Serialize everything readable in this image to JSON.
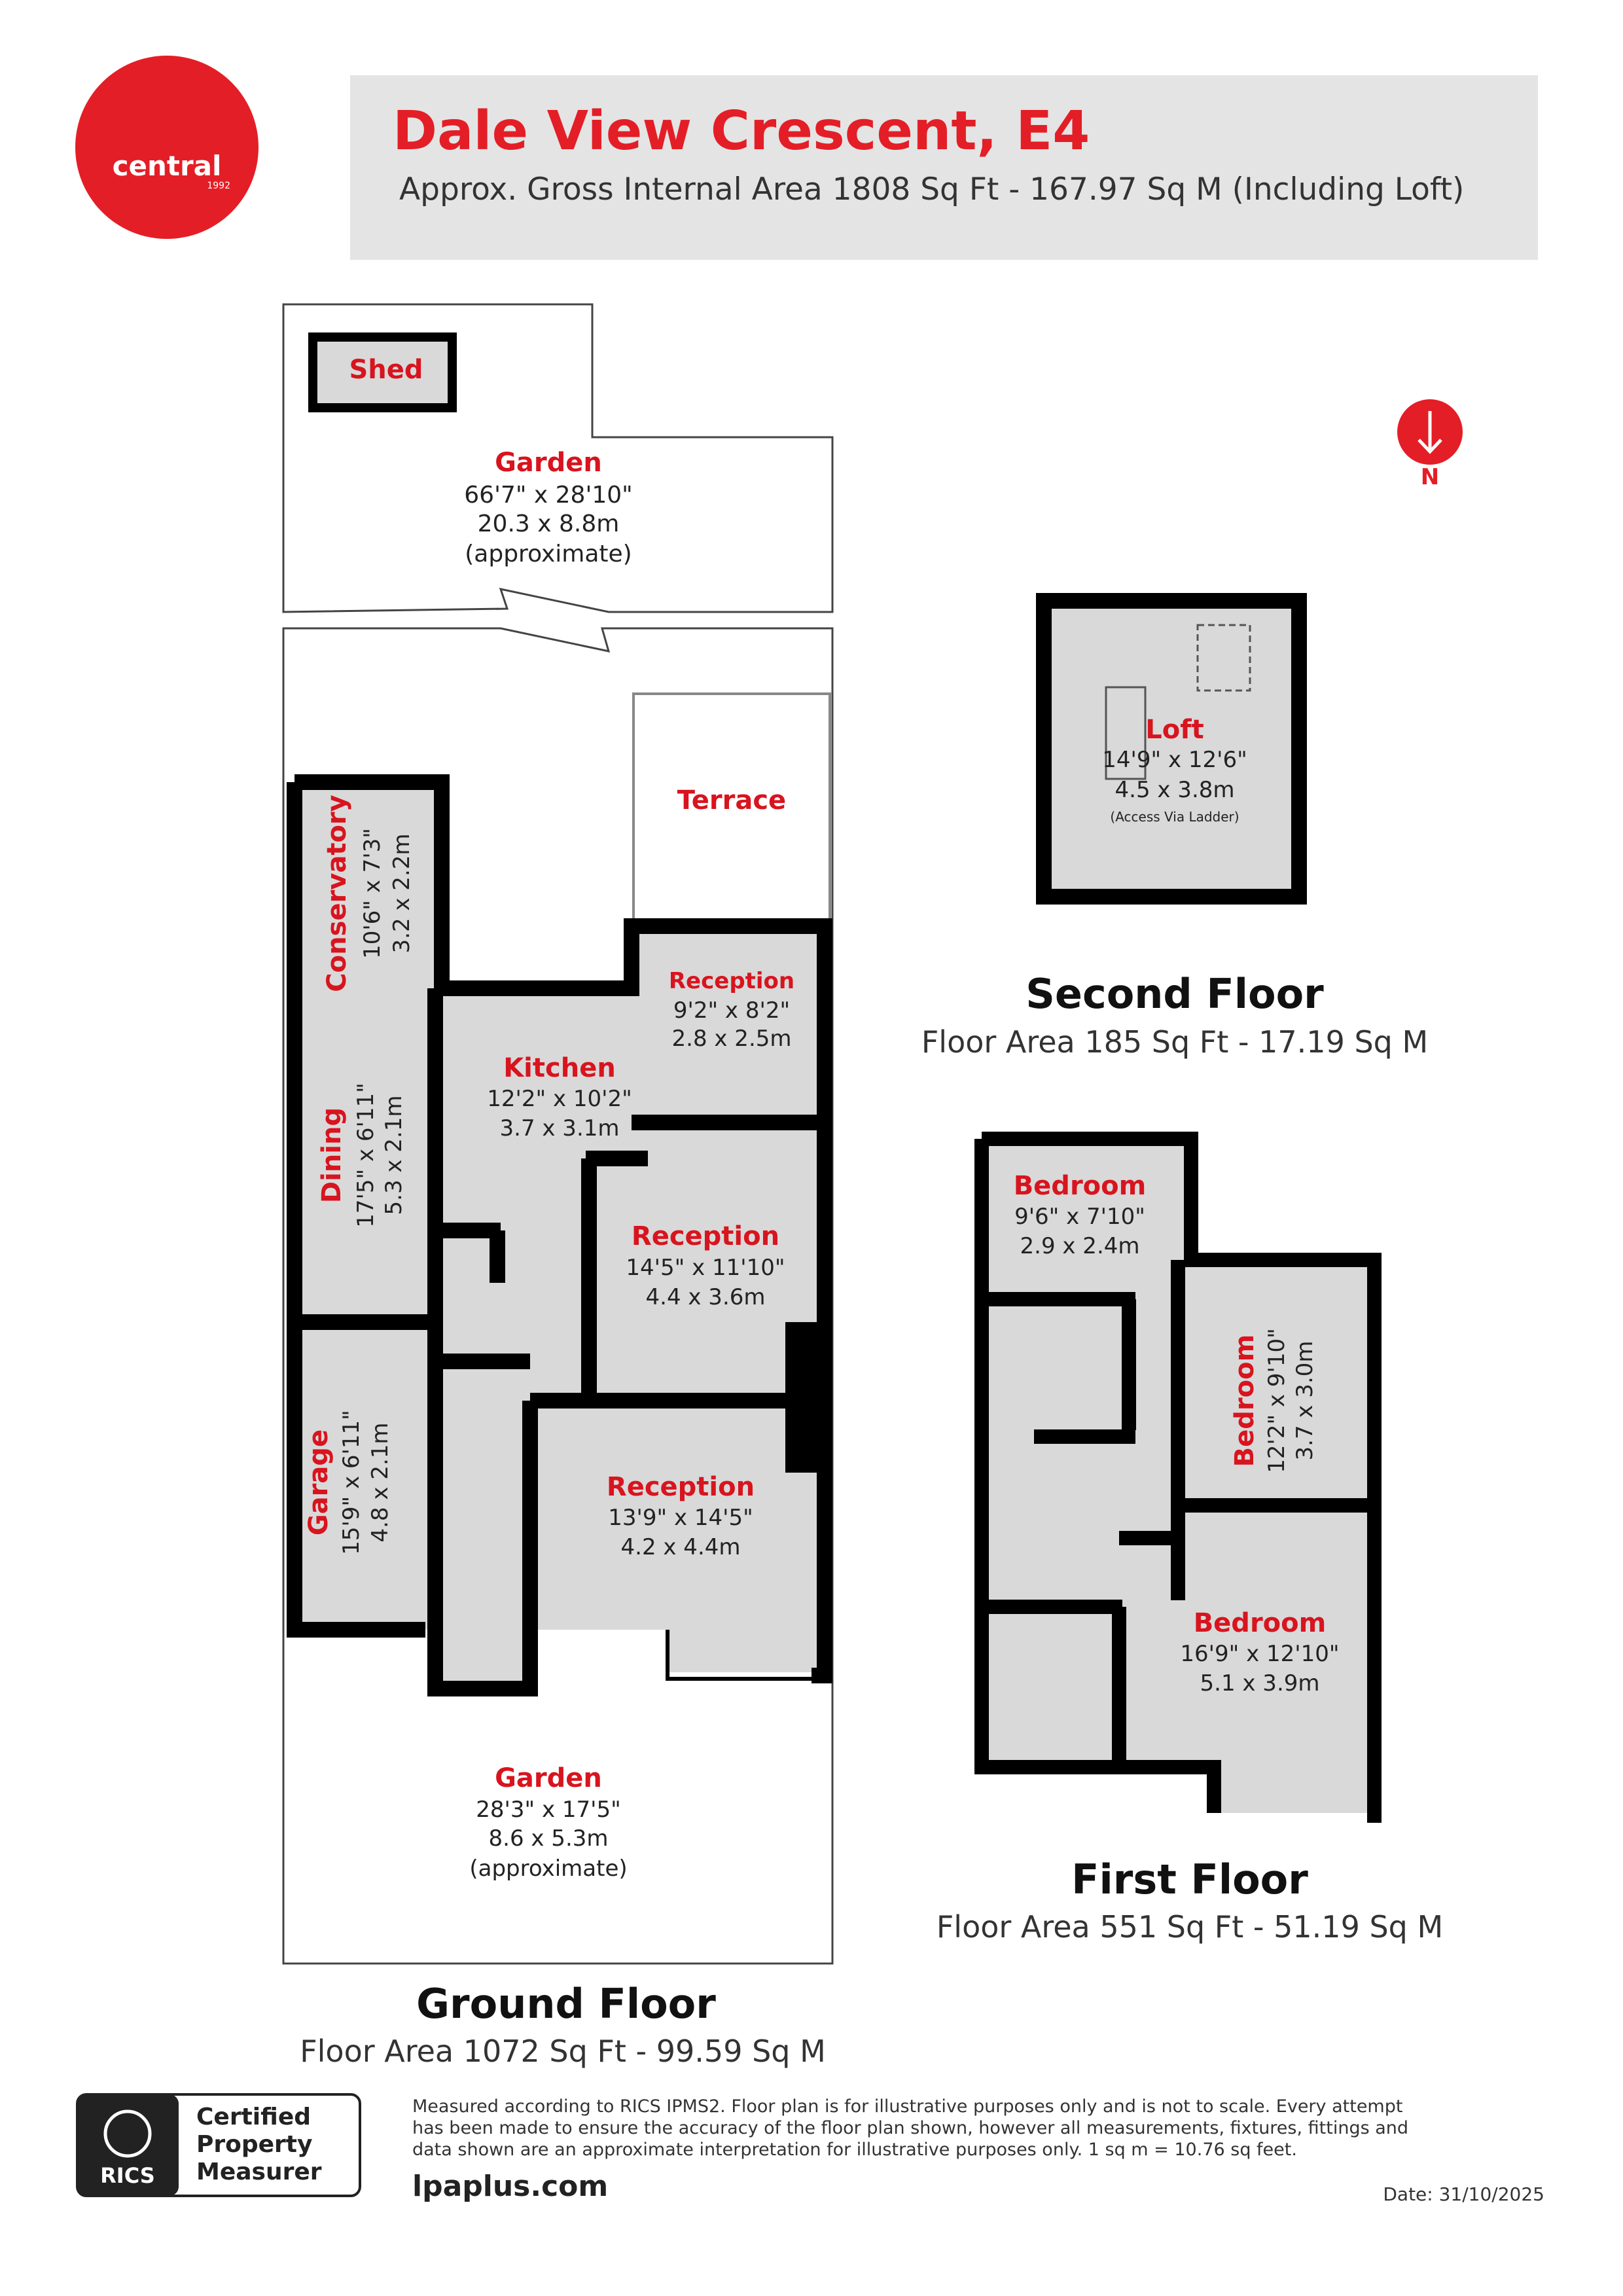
{
  "brand": {
    "logo_text": "central",
    "logo_year": "1992",
    "accent_color": "#e41e26"
  },
  "header": {
    "title": "Dale View Crescent, E4",
    "subtitle": "Approx. Gross Internal Area 1808 Sq Ft - 167.97 Sq M (Including Loft)"
  },
  "compass": {
    "label": "N"
  },
  "rooms": {
    "shed": {
      "name": "Shed"
    },
    "garden_rear": {
      "name": "Garden",
      "dim_imperial": "66'7\" x 28'10\"",
      "dim_metric": "20.3 x 8.8m",
      "note": "(approximate)"
    },
    "terrace": {
      "name": "Terrace"
    },
    "conservatory": {
      "name": "Conservatory",
      "dim_imperial": "10'6\" x 7'3\"",
      "dim_metric": "3.2 x 2.2m"
    },
    "reception_small": {
      "name": "Reception",
      "dim_imperial": "9'2\" x 8'2\"",
      "dim_metric": "2.8 x 2.5m"
    },
    "kitchen": {
      "name": "Kitchen",
      "dim_imperial": "12'2\" x 10'2\"",
      "dim_metric": "3.7 x 3.1m"
    },
    "dining": {
      "name": "Dining",
      "dim_imperial": "17'5\" x 6'11\"",
      "dim_metric": "5.3 x 2.1m"
    },
    "reception_mid": {
      "name": "Reception",
      "dim_imperial": "14'5\" x 11'10\"",
      "dim_metric": "4.4 x 3.6m"
    },
    "reception_front": {
      "name": "Reception",
      "dim_imperial": "13'9\" x 14'5\"",
      "dim_metric": "4.2 x 4.4m"
    },
    "garage": {
      "name": "Garage",
      "dim_imperial": "15'9\" x 6'11\"",
      "dim_metric": "4.8 x 2.1m"
    },
    "garden_front": {
      "name": "Garden",
      "dim_imperial": "28'3\" x 17'5\"",
      "dim_metric": "8.6 x 5.3m",
      "note": "(approximate)"
    },
    "loft": {
      "name": "Loft",
      "dim_imperial": "14'9\" x 12'6\"",
      "dim_metric": "4.5 x 3.8m",
      "note": "(Access Via Ladder)"
    },
    "bedroom_1": {
      "name": "Bedroom",
      "dim_imperial": "9'6\" x 7'10\"",
      "dim_metric": "2.9 x 2.4m"
    },
    "bedroom_2": {
      "name": "Bedroom",
      "dim_imperial": "12'2\" x 9'10\"",
      "dim_metric": "3.7 x 3.0m"
    },
    "bedroom_3": {
      "name": "Bedroom",
      "dim_imperial": "16'9\" x 12'10\"",
      "dim_metric": "5.1 x 3.9m"
    }
  },
  "floors": {
    "ground": {
      "title": "Ground Floor",
      "area": "Floor Area 1072 Sq Ft - 99.59 Sq M"
    },
    "first": {
      "title": "First Floor",
      "area": "Floor Area 551 Sq Ft - 51.19 Sq M"
    },
    "second": {
      "title": "Second Floor",
      "area": "Floor Area 185 Sq Ft - 17.19 Sq M"
    }
  },
  "footer": {
    "badge_org": "RICS",
    "badge_line1": "Certified",
    "badge_line2": "Property",
    "badge_line3": "Measurer",
    "disclaimer_1": "Measured according to RICS IPMS2. Floor plan is for illustrative purposes only and is not to scale. Every attempt",
    "disclaimer_2": "has been made to ensure the accuracy of the floor plan shown, however all measurements, fixtures, fittings and",
    "disclaimer_3": "data shown are an approximate interpretation for illustrative purposes only. 1 sq m = 10.76 sq feet.",
    "website": "lpaplus.com",
    "date": "Date: 31/10/2025"
  }
}
